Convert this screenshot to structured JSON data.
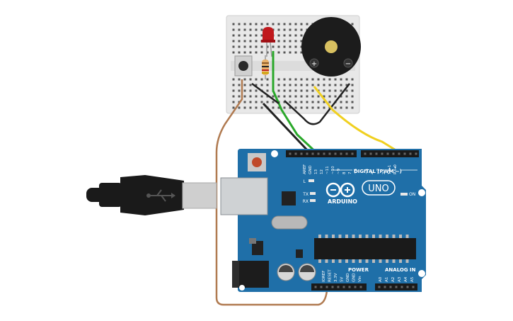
{
  "board": {
    "brand": "ARDUINO",
    "model": "UNO",
    "digital_header": "DIGITAL (PWM ~)",
    "power_header": "POWER",
    "analog_header": "ANALOG IN",
    "on_label": "ON",
    "led_l": "L",
    "led_tx": "TX",
    "led_rx": "RX",
    "digital_pins": [
      "AREF",
      "GND",
      "13",
      "12",
      "~11",
      "~10",
      "~9",
      "8",
      "7",
      "~6",
      "~5",
      "4",
      "~3",
      "2",
      "TX▸1",
      "RX◂0"
    ],
    "power_pins": [
      "IOREF",
      "RESET",
      "3.3V",
      "5V",
      "GND",
      "GND",
      "Vin"
    ],
    "analog_pins": [
      "A0",
      "A1",
      "A2",
      "A3",
      "A4",
      "A5"
    ]
  },
  "buzzer": {
    "plus": "+",
    "minus": "−"
  },
  "colors": {
    "board": "#1f6fa8",
    "board_dark": "#16568a",
    "breadboard": "#e8e8e8",
    "wire_green": "#2aa82a",
    "wire_yellow": "#f0d020",
    "wire_black": "#222222",
    "wire_brown": "#b07a50",
    "led": "#c0181c",
    "cable": "#1a1a1a"
  }
}
